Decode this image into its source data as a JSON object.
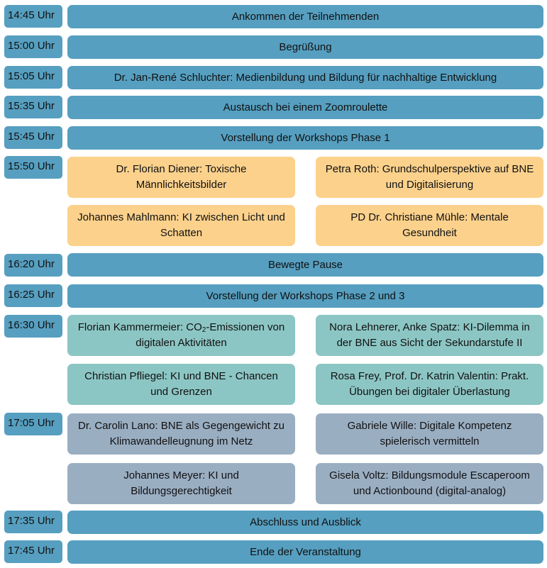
{
  "rows": [
    {
      "time": "14:45 Uhr",
      "title": "Ankommen der Teilnehmenden"
    },
    {
      "time": "15:00 Uhr",
      "title": "Begrüßung"
    },
    {
      "time": "15:05 Uhr",
      "title": "Dr. Jan-René Schluchter: Medienbildung und Bildung für nachhaltige Entwicklung"
    },
    {
      "time": "15:35 Uhr",
      "title": "Austausch bei einem Zoomroulette"
    },
    {
      "time": "15:45 Uhr",
      "title": "Vorstellung der Workshops Phase 1"
    },
    {
      "time": "15:50 Uhr",
      "workshops": [
        "Dr. Florian Diener: Toxische Männlichkeitsbilder",
        "Petra Roth: Grundschulperspektive auf BNE und Digitalisierung",
        "Johannes Mahlmann: KI zwischen Licht und Schatten",
        "PD Dr. Christiane Mühle: Mentale Gesundheit"
      ]
    },
    {
      "time": "16:20 Uhr",
      "title": "Bewegte Pause"
    },
    {
      "time": "16:25 Uhr",
      "title": "Vorstellung der Workshops Phase 2 und 3"
    },
    {
      "time": "16:30 Uhr",
      "workshops": [
        "Florian Kammermeier: CO",
        "Nora Lehnerer, Anke Spatz: KI-Dilemma in der BNE aus Sicht der Sekundarstufe II",
        "Christian Pfliegel: KI und BNE - Chancen und Grenzen",
        "Rosa Frey, Prof. Dr. Katrin Valentin: Prakt. Übungen bei digitaler Überlastung"
      ],
      "co2_sub": "2",
      "co2_rest": "-Emissionen von digitalen Aktivitäten"
    },
    {
      "time": "17:05 Uhr",
      "workshops": [
        "Dr. Carolin Lano: BNE als Gegengewicht zu Klimawandelleugnung im Netz",
        "Gabriele Wille: Digitale Kompetenz spielerisch vermitteln",
        "Johannes Meyer: KI und Bildungsgerechtigkeit",
        "Gisela Voltz: Bildungsmodule Escaperoom und Actionbound (digital-analog)"
      ]
    },
    {
      "time": "17:35 Uhr",
      "title": "Abschluss und Ausblick"
    },
    {
      "time": "17:45 Uhr",
      "title": "Ende der Veranstaltung"
    }
  ],
  "colors": {
    "time": "#569fc0",
    "phase1": "#fbd18c",
    "phase2": "#8cc6c4",
    "phase3": "#9aaec2"
  }
}
